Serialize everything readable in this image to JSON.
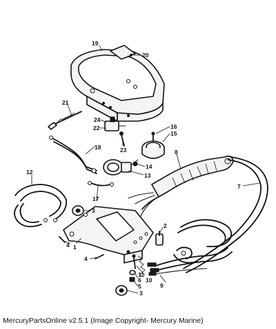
{
  "diagram": {
    "callouts": {
      "c1": "1",
      "c2": "2",
      "c3": "3",
      "c3b": "3",
      "c4": "4",
      "c4b": "4",
      "c5": "5",
      "c6": "6",
      "c7": "7",
      "c8": "8",
      "c9": "9",
      "c10": "10",
      "c11": "11",
      "c12": "12",
      "c13": "13",
      "c14": "14",
      "c15": "15",
      "c16": "16",
      "c17": "17",
      "c18": "18",
      "c19": "19",
      "c20": "20",
      "c21": "21",
      "c22": "22",
      "c23": "23",
      "c24": "24"
    }
  },
  "caption": "MercuryPartsOnline v2.5.1 (Image Copyright- Mercury Marine)"
}
